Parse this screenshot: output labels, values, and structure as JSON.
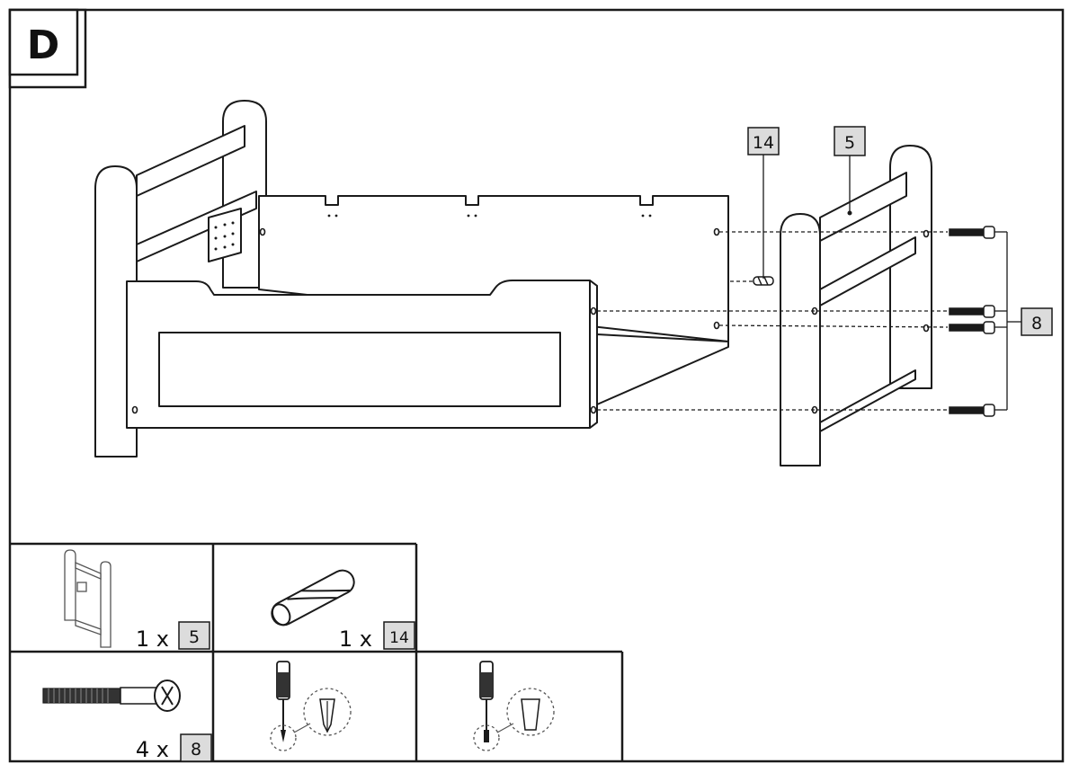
{
  "step": {
    "letter": "D"
  },
  "callouts": {
    "part_14": "14",
    "part_5": "5",
    "part_8": "8"
  },
  "parts_list": [
    {
      "qty": "1 x",
      "id": "5",
      "icon": "headboard-panel-icon"
    },
    {
      "qty": "1 x",
      "id": "14",
      "icon": "wooden-dowel-icon"
    },
    {
      "qty": "4 x",
      "id": "8",
      "icon": "bolt-icon"
    }
  ],
  "tools": [
    {
      "icon": "phillips-screwdriver-icon"
    },
    {
      "icon": "flathead-screwdriver-icon"
    }
  ],
  "colors": {
    "line": "#1a1a1a",
    "label_fill": "#dcdcdc",
    "background": "#ffffff"
  }
}
